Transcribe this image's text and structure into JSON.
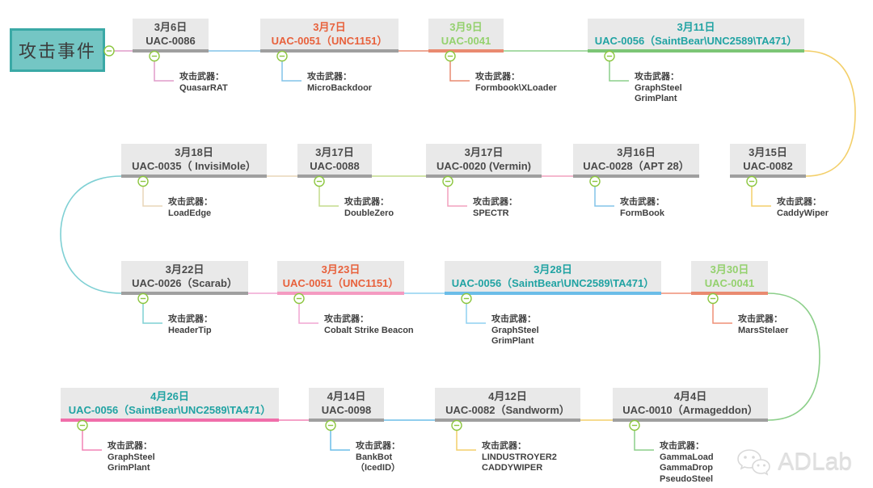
{
  "title_box": {
    "label": "攻击事件"
  },
  "weapon_heading": "攻击武器：",
  "watermark": {
    "text": "ADLab"
  },
  "palette": {
    "box_bg": "#e9e9e9",
    "box_text_dark": "#4a4a4a",
    "title_orange": "#e8613c",
    "title_green": "#94d16e",
    "title_teal": "#21a3a3",
    "border_gray": "#9f9f9f",
    "event_box_fill": "#74c6c4",
    "event_box_border": "#3aa9a6",
    "dot_green": "#8cc63f"
  },
  "nodes": [
    {
      "date": "3月6日",
      "code": "UAC-0086",
      "title_color": "#4a4a4a",
      "border_color": "#9f9f9f",
      "connector_color": "#e09cca",
      "weapons": [
        "QuasarRAT"
      ]
    },
    {
      "date": "3月7日",
      "code": "UAC-0051（UNC1151）",
      "title_color": "#e8613c",
      "border_color": "#9f9f9f",
      "connector_color": "#82c3e8",
      "weapons": [
        "MicroBackdoor"
      ]
    },
    {
      "date": "3月9日",
      "code": "UAC-0041",
      "title_color": "#94d16e",
      "border_color": "#e98a70",
      "connector_color": "#e98a70",
      "weapons": [
        "Formbook\\XLoader"
      ]
    },
    {
      "date": "3月11日",
      "code": "UAC-0056（SaintBear\\UNC2589\\TA471）",
      "title_color": "#21a3a3",
      "border_color": "#7cc576",
      "connector_color": "#8ccf8a",
      "weapons": [
        "GraphSteel",
        "GrimPlant"
      ]
    },
    {
      "date": "3月15日",
      "code": "UAC-0082",
      "title_color": "#4a4a4a",
      "border_color": "#9f9f9f",
      "connector_color": "#f3cf6a",
      "weapons": [
        "CaddyWiper"
      ]
    },
    {
      "date": "3月16日",
      "code": "UAC-0028（APT 28）",
      "title_color": "#4a4a4a",
      "border_color": "#9f9f9f",
      "connector_color": "#82c3e8",
      "weapons": [
        "FormBook"
      ]
    },
    {
      "date": "3月17日",
      "code": "UAC-0020 (Vermin)",
      "title_color": "#4a4a4a",
      "border_color": "#9f9f9f",
      "connector_color": "#f2a0bd",
      "weapons": [
        "SPECTR"
      ]
    },
    {
      "date": "3月17日",
      "code": "UAC-0088",
      "title_color": "#4a4a4a",
      "border_color": "#9f9f9f",
      "connector_color": "#c3dc8c",
      "weapons": [
        "DoubleZero"
      ]
    },
    {
      "date": "3月18日",
      "code": "UAC-0035（ InvisiMole）",
      "title_color": "#4a4a4a",
      "border_color": "#9f9f9f",
      "connector_color": "#e9d6b8",
      "weapons": [
        "LoadEdge"
      ]
    },
    {
      "date": "3月22日",
      "code": "UAC-0026（Scarab）",
      "title_color": "#4a4a4a",
      "border_color": "#9f9f9f",
      "connector_color": "#7fd0d4",
      "weapons": [
        "HeaderTip"
      ]
    },
    {
      "date": "3月23日",
      "code": "UAC-0051（UNC1151）",
      "title_color": "#e8613c",
      "border_color": "#f49ac1",
      "connector_color": "#f0a6d2",
      "weapons": [
        "Cobalt Strike Beacon"
      ]
    },
    {
      "date": "3月28日",
      "code": "UAC-0056（SaintBear\\UNC2589\\TA471）",
      "title_color": "#21a3a3",
      "border_color": "#6bbde8",
      "connector_color": "#8fd0f0",
      "weapons": [
        "GraphSteel",
        "GrimPlant"
      ]
    },
    {
      "date": "3月30日",
      "code": "UAC-0041",
      "title_color": "#94d16e",
      "border_color": "#e98a70",
      "connector_color": "#ef8f77",
      "weapons": [
        "MarsStelaer"
      ]
    },
    {
      "date": "4月4日",
      "code": "UAC-0010（Armageddon）",
      "title_color": "#4a4a4a",
      "border_color": "#9f9f9f",
      "connector_color": "#8ccf8a",
      "weapons": [
        "GammaLoad",
        "GammaDrop",
        "PseudoSteel"
      ]
    },
    {
      "date": "4月12日",
      "code": "UAC-0082（Sandworm）",
      "title_color": "#4a4a4a",
      "border_color": "#9f9f9f",
      "connector_color": "#f3cf6a",
      "weapons": [
        "LINDUSTROYER2",
        "CADDYWIPER"
      ]
    },
    {
      "date": "4月14日",
      "code": "UAC-0098",
      "title_color": "#4a4a4a",
      "border_color": "#9f9f9f",
      "connector_color": "#6bbde8",
      "weapons": [
        "BankBot",
        "（IcedID）"
      ]
    },
    {
      "date": "4月26日",
      "code": "UAC-0056（SaintBear\\UNC2589\\TA471）",
      "title_color": "#21a3a3",
      "border_color": "#f06eaa",
      "connector_color": "#f283b5",
      "weapons": [
        "GraphSteel",
        "GrimPlant"
      ]
    }
  ]
}
